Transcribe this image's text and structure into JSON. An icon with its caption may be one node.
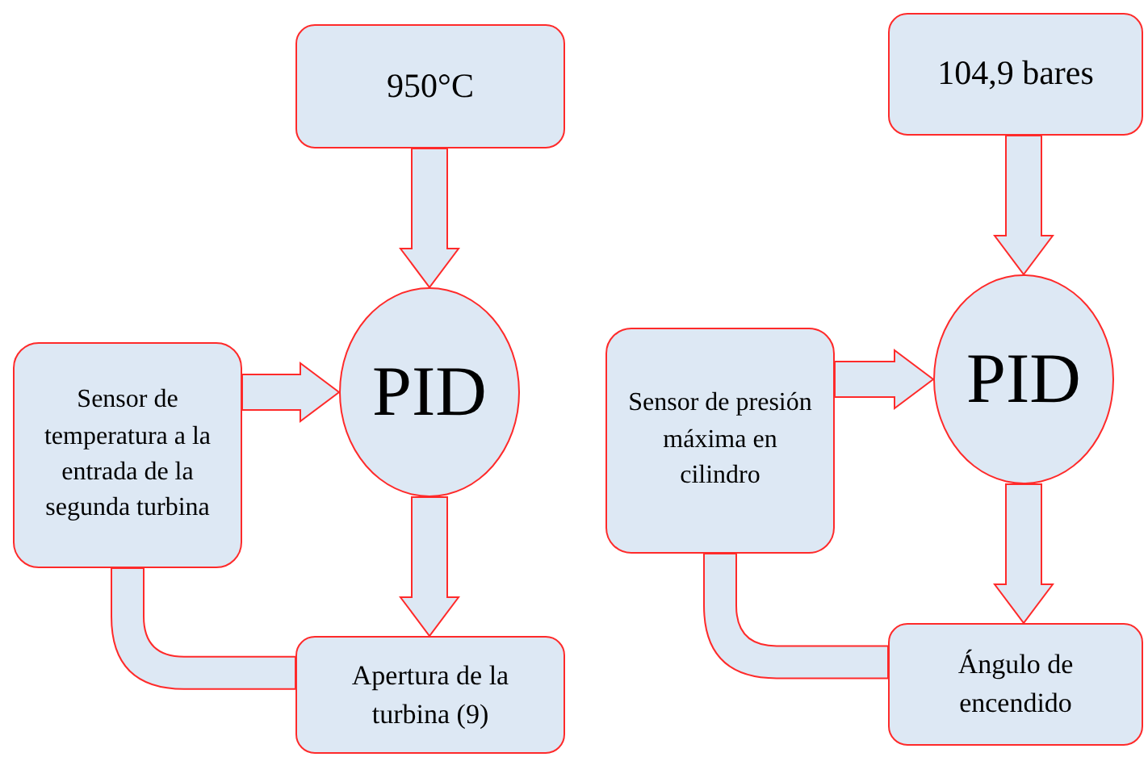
{
  "diagram": {
    "nodes": [
      {
        "text": [
          "950°C"
        ]
      },
      {
        "text": [
          "PID"
        ]
      },
      {
        "text": [
          "Sensor de temperatura a la entrada de la segunda turbina"
        ]
      },
      {
        "text": [
          "Apertura de la turbina (9)"
        ]
      },
      {
        "text": [
          "104,9 bares"
        ]
      },
      {
        "text": [
          "PID"
        ]
      },
      {
        "text": [
          "Sensor de presión máxima en cilindro"
        ]
      },
      {
        "text": [
          "Ángulo de encendido"
        ]
      }
    ],
    "edges": [
      {
        "from": 0,
        "to": 1,
        "arrow": "to"
      },
      {
        "from": 2,
        "to": 1,
        "arrow": "to"
      },
      {
        "from": 1,
        "to": 3,
        "arrow": "to"
      },
      {
        "from": 2,
        "to": 3,
        "arrow": "none"
      },
      {
        "from": 4,
        "to": 5,
        "arrow": "to"
      },
      {
        "from": 6,
        "to": 5,
        "arrow": "to"
      },
      {
        "from": 5,
        "to": 7,
        "arrow": "to"
      },
      {
        "from": 6,
        "to": 7,
        "arrow": "none"
      }
    ]
  }
}
